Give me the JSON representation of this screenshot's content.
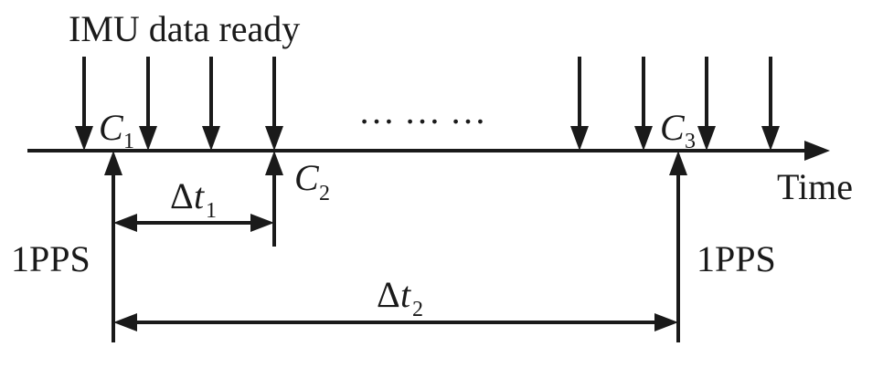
{
  "title": "IMU data ready",
  "axis_label": "Time",
  "ellipsis": "… … …",
  "markers": {
    "c1": {
      "letter": "C",
      "index": "1"
    },
    "c2": {
      "letter": "C",
      "index": "2"
    },
    "c3": {
      "letter": "C",
      "index": "3"
    }
  },
  "pps_left": "1PPS",
  "pps_right": "1PPS",
  "interval_1": {
    "symbol": "Δ",
    "var": "t",
    "index": "1"
  },
  "interval_2": {
    "symbol": "Δ",
    "var": "t",
    "index": "2"
  }
}
